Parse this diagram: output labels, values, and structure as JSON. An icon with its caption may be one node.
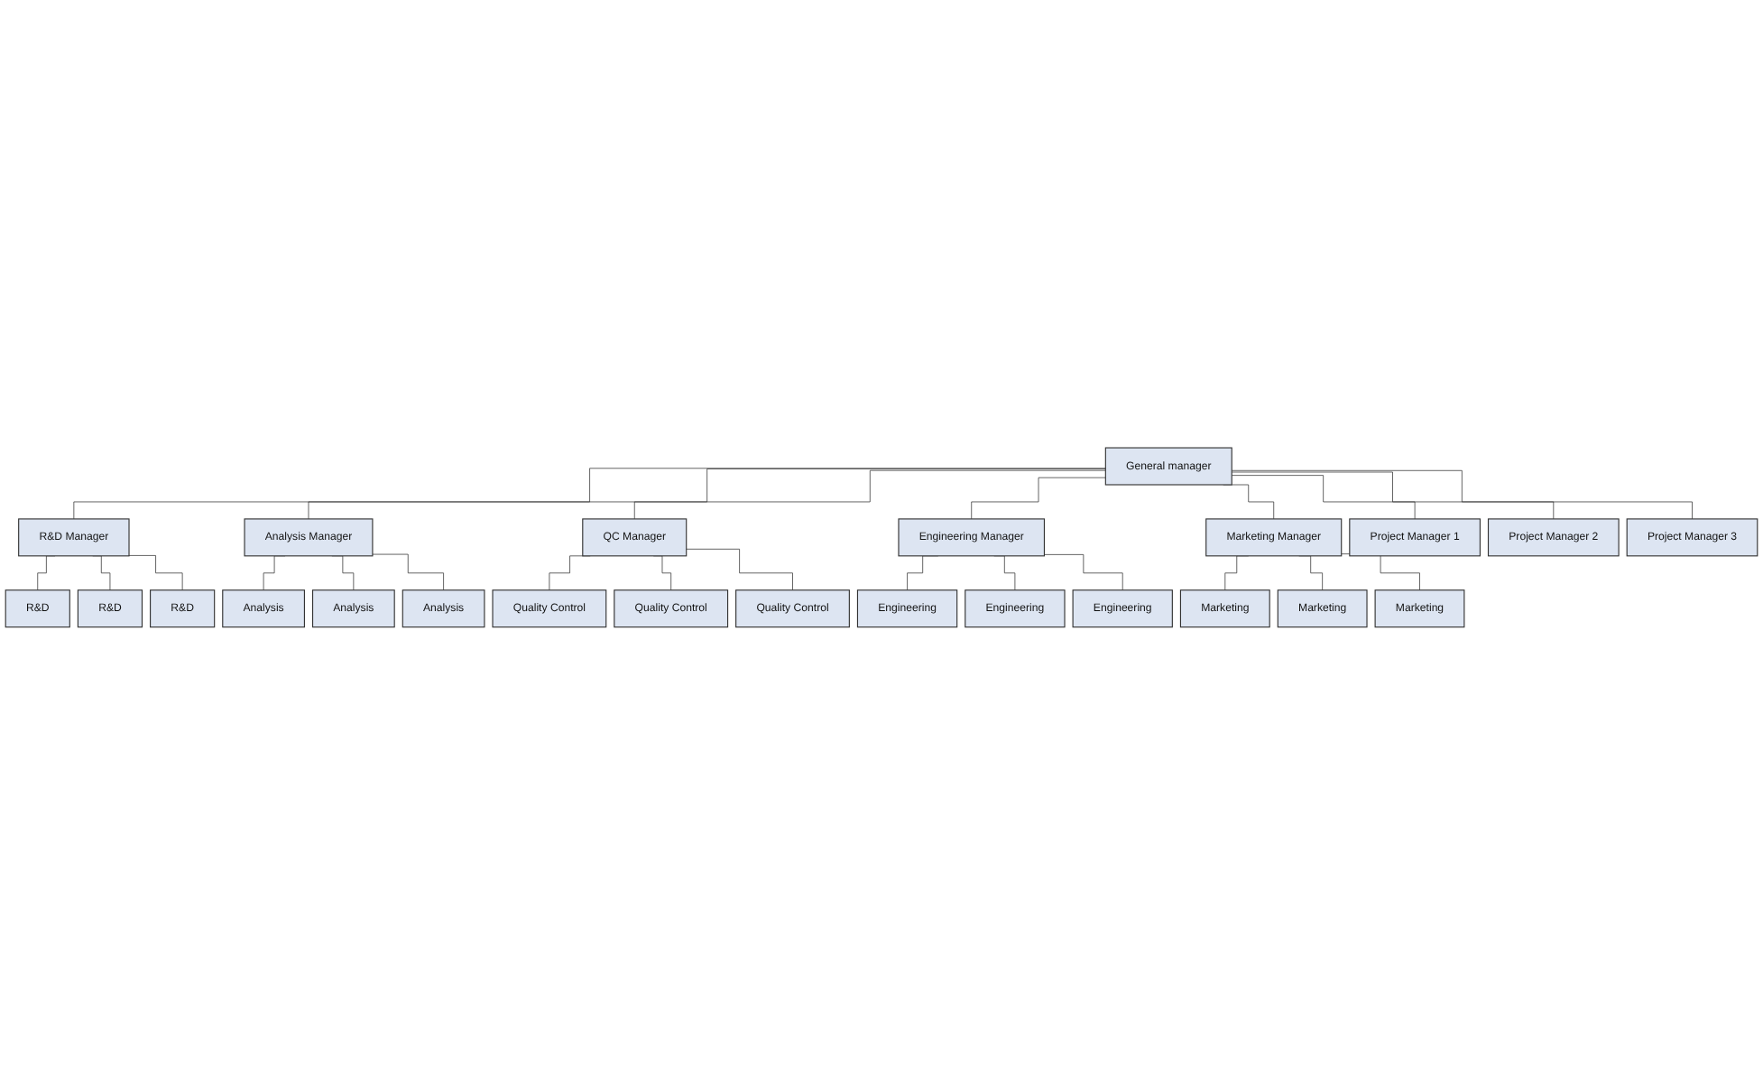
{
  "diagram": {
    "nodes": [
      {
        "text": [
          "General manager"
        ]
      },
      {
        "text": [
          "R&D Manager"
        ]
      },
      {
        "text": [
          "Analysis Manager"
        ]
      },
      {
        "text": [
          "QC Manager"
        ]
      },
      {
        "text": [
          "Engineering Manager"
        ]
      },
      {
        "text": [
          "Marketing Manager"
        ]
      },
      {
        "text": [
          "Project Manager 1"
        ]
      },
      {
        "text": [
          "R&D"
        ]
      },
      {
        "text": [
          "Analysis"
        ]
      },
      {
        "text": [
          "Quality Control"
        ]
      },
      {
        "text": [
          "Engineering"
        ]
      },
      {
        "text": [
          "Marketing"
        ]
      },
      {
        "text": [
          "Project Manager 2"
        ]
      },
      {
        "text": [
          "R&D"
        ]
      },
      {
        "text": [
          "Analysis"
        ]
      },
      {
        "text": [
          "Quality Control"
        ]
      },
      {
        "text": [
          "Engineering"
        ]
      },
      {
        "text": [
          "Marketing"
        ]
      },
      {
        "text": [
          "Project Manager 3"
        ]
      },
      {
        "text": [
          "R&D"
        ]
      },
      {
        "text": [
          "Analysis"
        ]
      },
      {
        "text": [
          "Quality Control"
        ]
      },
      {
        "text": [
          "Engineering"
        ]
      },
      {
        "text": [
          "Marketing"
        ]
      }
    ],
    "edges": [
      {
        "from": 0,
        "to": 6,
        "arrow": "none"
      },
      {
        "from": 0,
        "to": 12,
        "arrow": "none"
      },
      {
        "from": 0,
        "to": 18,
        "arrow": "none"
      },
      {
        "from": 0,
        "to": 1,
        "arrow": "none"
      },
      {
        "from": 0,
        "to": 2,
        "arrow": "none"
      },
      {
        "from": 0,
        "to": 3,
        "arrow": "none"
      },
      {
        "from": 0,
        "to": 4,
        "arrow": "none"
      },
      {
        "from": 0,
        "to": 5,
        "arrow": "none"
      },
      {
        "from": 1,
        "to": 7,
        "arrow": "none"
      },
      {
        "from": 1,
        "to": 13,
        "arrow": "none"
      },
      {
        "from": 1,
        "to": 19,
        "arrow": "none"
      },
      {
        "from": 2,
        "to": 8,
        "arrow": "none"
      },
      {
        "from": 2,
        "to": 14,
        "arrow": "none"
      },
      {
        "from": 2,
        "to": 20,
        "arrow": "none"
      },
      {
        "from": 3,
        "to": 9,
        "arrow": "none"
      },
      {
        "from": 3,
        "to": 15,
        "arrow": "none"
      },
      {
        "from": 3,
        "to": 21,
        "arrow": "none"
      },
      {
        "from": 4,
        "to": 10,
        "arrow": "none"
      },
      {
        "from": 4,
        "to": 16,
        "arrow": "none"
      },
      {
        "from": 4,
        "to": 22,
        "arrow": "none"
      },
      {
        "from": 5,
        "to": 11,
        "arrow": "none"
      },
      {
        "from": 5,
        "to": 17,
        "arrow": "none"
      },
      {
        "from": 5,
        "to": 23,
        "arrow": "none"
      }
    ]
  }
}
